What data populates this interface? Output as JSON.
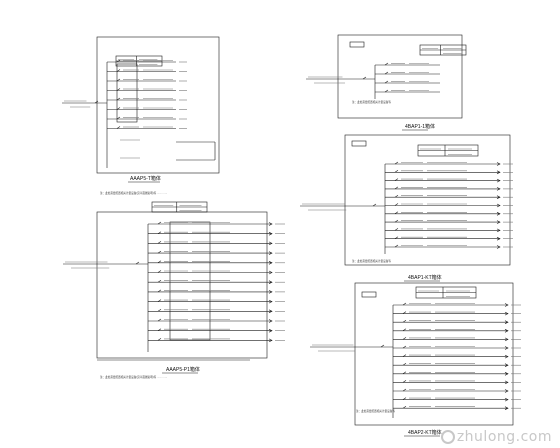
{
  "panels": [
    {
      "title": "AAAP5-T箱体",
      "note": "注：此处需要配置相关计量设备(见平面图说明)等 …………"
    },
    {
      "title": "AAAP5-P1箱体",
      "note": "注：此处需要配置相关计量设备(见平面图说明)等 …………"
    },
    {
      "title": "4BAP1-1箱体",
      "note": "注：此处需要配置相关计量设备等"
    },
    {
      "title": "4BAP1-KT箱体",
      "note": "注：此处需要配置相关计量设备等"
    },
    {
      "title": "4BAP2-KT箱体",
      "note": "注：此处需要配置相关计量设备等"
    }
  ],
  "watermark": {
    "text": "zhulong.com",
    "logo": "zhulong-logo-icon"
  },
  "colors": {
    "line": "#1a1a1a",
    "accent": "#6a3aa0"
  }
}
